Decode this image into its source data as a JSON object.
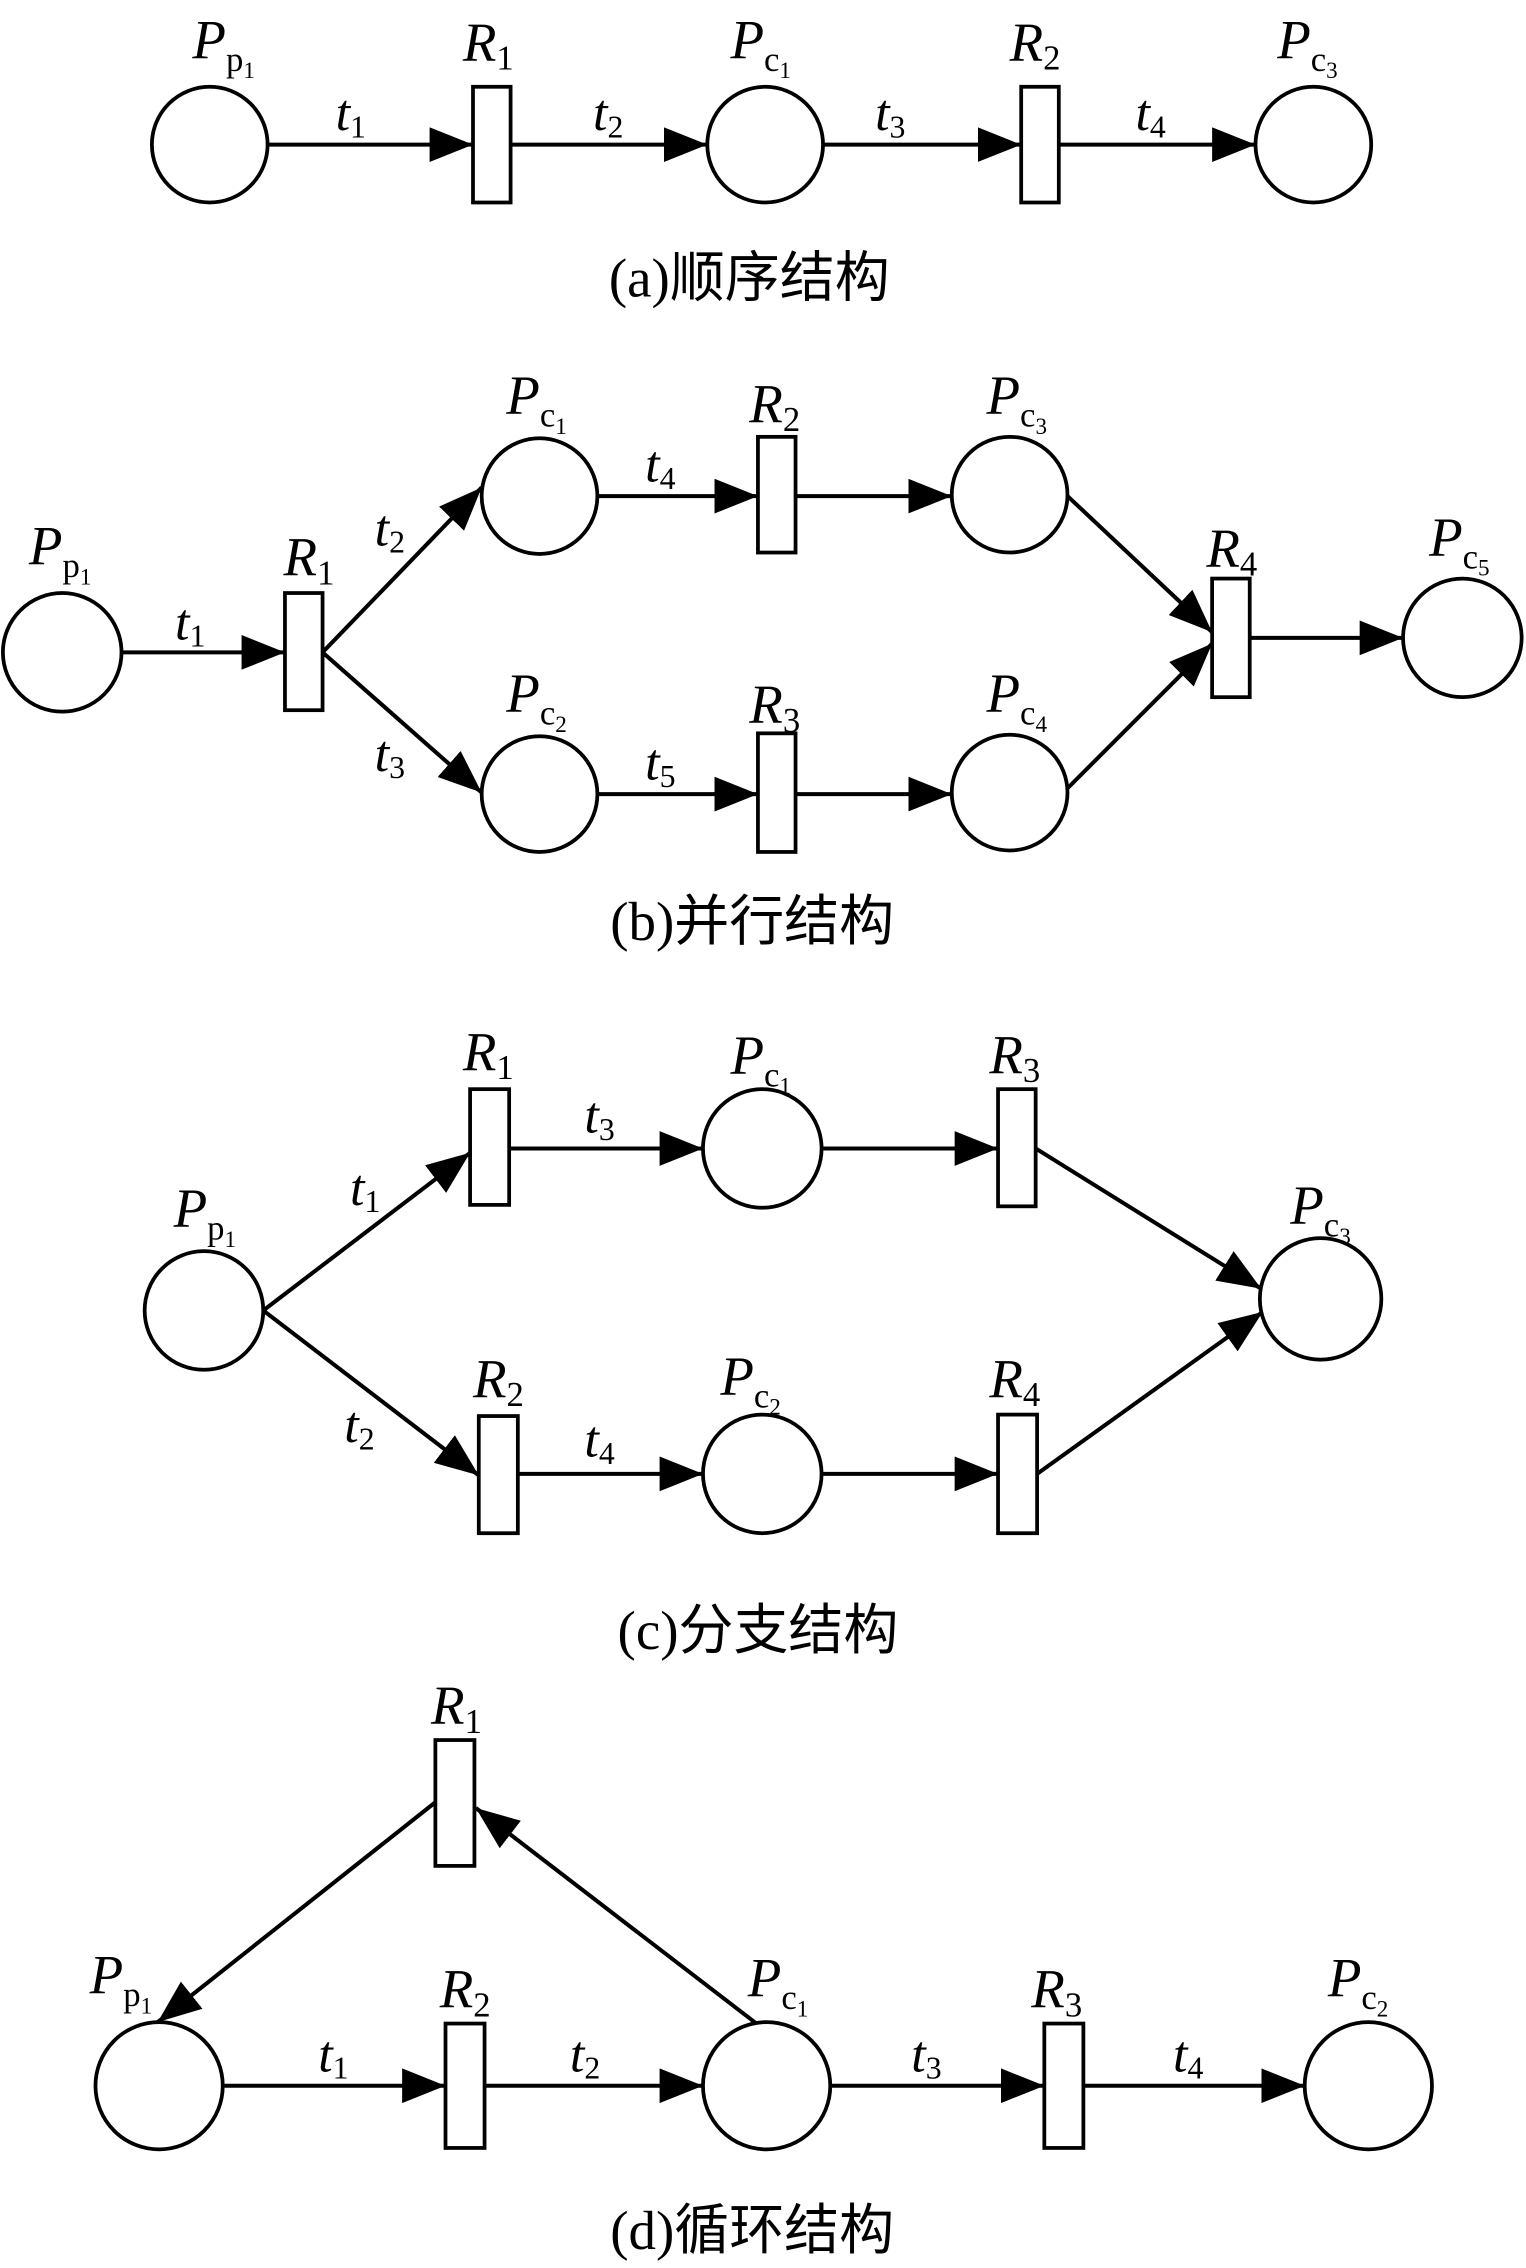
{
  "subfigures": {
    "a": {
      "caption": "(a)顺序结构",
      "places": {
        "Pp1": {
          "main": "P",
          "sub": "p",
          "subsub": "1"
        },
        "Pc1": {
          "main": "P",
          "sub": "c",
          "subsub": "1"
        },
        "Pc3": {
          "main": "P",
          "sub": "c",
          "subsub": "3"
        }
      },
      "transitions": {
        "R1": {
          "main": "R",
          "sub": "1"
        },
        "R2": {
          "main": "R",
          "sub": "2"
        }
      },
      "arcs": {
        "t1": {
          "main": "t",
          "sub": "1"
        },
        "t2": {
          "main": "t",
          "sub": "2"
        },
        "t3": {
          "main": "t",
          "sub": "3"
        },
        "t4": {
          "main": "t",
          "sub": "4"
        }
      }
    },
    "b": {
      "caption": "(b)并行结构",
      "places": {
        "Pp1": {
          "main": "P",
          "sub": "p",
          "subsub": "1"
        },
        "Pc1": {
          "main": "P",
          "sub": "c",
          "subsub": "1"
        },
        "Pc2": {
          "main": "P",
          "sub": "c",
          "subsub": "2"
        },
        "Pc3": {
          "main": "P",
          "sub": "c",
          "subsub": "3"
        },
        "Pc4": {
          "main": "P",
          "sub": "c",
          "subsub": "4"
        },
        "Pc5": {
          "main": "P",
          "sub": "c",
          "subsub": "5"
        }
      },
      "transitions": {
        "R1": {
          "main": "R",
          "sub": "1"
        },
        "R2": {
          "main": "R",
          "sub": "2"
        },
        "R3": {
          "main": "R",
          "sub": "3"
        },
        "R4": {
          "main": "R",
          "sub": "4"
        }
      },
      "arcs": {
        "t1": {
          "main": "t",
          "sub": "1"
        },
        "t2": {
          "main": "t",
          "sub": "2"
        },
        "t3": {
          "main": "t",
          "sub": "3"
        },
        "t4": {
          "main": "t",
          "sub": "4"
        },
        "t5": {
          "main": "t",
          "sub": "5"
        }
      }
    },
    "c": {
      "caption": "(c)分支结构",
      "places": {
        "Pp1": {
          "main": "P",
          "sub": "p",
          "subsub": "1"
        },
        "Pc1": {
          "main": "P",
          "sub": "c",
          "subsub": "1"
        },
        "Pc2": {
          "main": "P",
          "sub": "c",
          "subsub": "2"
        },
        "Pc3": {
          "main": "P",
          "sub": "c",
          "subsub": "3"
        }
      },
      "transitions": {
        "R1": {
          "main": "R",
          "sub": "1"
        },
        "R2": {
          "main": "R",
          "sub": "2"
        },
        "R3": {
          "main": "R",
          "sub": "3"
        },
        "R4": {
          "main": "R",
          "sub": "4"
        }
      },
      "arcs": {
        "t1": {
          "main": "t",
          "sub": "1"
        },
        "t2": {
          "main": "t",
          "sub": "2"
        },
        "t3": {
          "main": "t",
          "sub": "3"
        },
        "t4": {
          "main": "t",
          "sub": "4"
        }
      }
    },
    "d": {
      "caption": "(d)循环结构",
      "places": {
        "Pp1": {
          "main": "P",
          "sub": "p",
          "subsub": "1"
        },
        "Pc1": {
          "main": "P",
          "sub": "c",
          "subsub": "1"
        },
        "Pc2": {
          "main": "P",
          "sub": "c",
          "subsub": "2"
        }
      },
      "transitions": {
        "R1": {
          "main": "R",
          "sub": "1"
        },
        "R2": {
          "main": "R",
          "sub": "2"
        },
        "R3": {
          "main": "R",
          "sub": "3"
        }
      },
      "arcs": {
        "t1": {
          "main": "t",
          "sub": "1"
        },
        "t2": {
          "main": "t",
          "sub": "2"
        },
        "t3": {
          "main": "t",
          "sub": "3"
        },
        "t4": {
          "main": "t",
          "sub": "4"
        }
      }
    }
  }
}
